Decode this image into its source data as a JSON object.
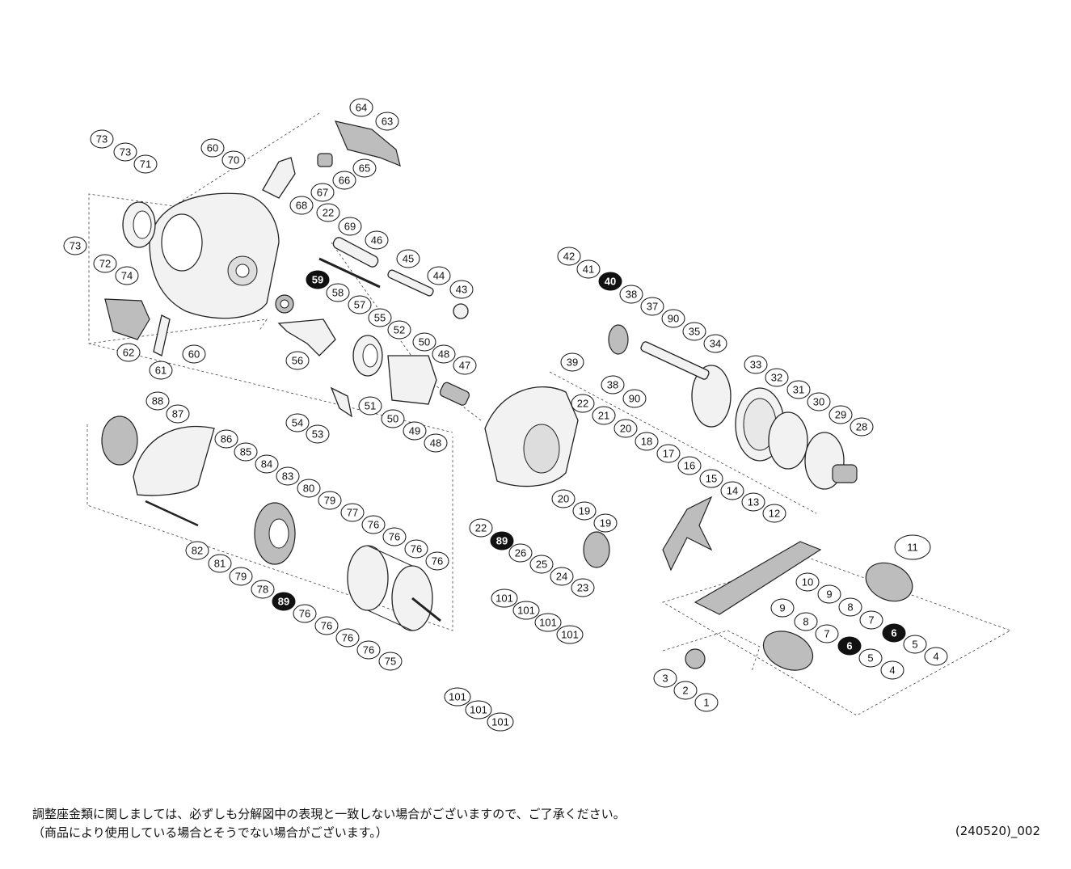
{
  "diagram": {
    "part_numbers": [
      "1",
      "2",
      "3",
      "4",
      "5",
      "6",
      "7",
      "8",
      "9",
      "10",
      "11",
      "12",
      "13",
      "14",
      "15",
      "16",
      "17",
      "18",
      "19",
      "20",
      "21",
      "22",
      "23",
      "24",
      "25",
      "26",
      "28",
      "29",
      "30",
      "31",
      "32",
      "33",
      "34",
      "35",
      "37",
      "38",
      "39",
      "40",
      "41",
      "42",
      "43",
      "44",
      "45",
      "46",
      "47",
      "48",
      "49",
      "50",
      "51",
      "52",
      "53",
      "54",
      "55",
      "56",
      "57",
      "58",
      "59",
      "60",
      "61",
      "62",
      "63",
      "64",
      "65",
      "66",
      "67",
      "68",
      "69",
      "70",
      "71",
      "72",
      "73",
      "74",
      "75",
      "76",
      "77",
      "78",
      "79",
      "80",
      "81",
      "82",
      "83",
      "84",
      "85",
      "86",
      "87",
      "88",
      "89",
      "90",
      "101"
    ],
    "highlighted_parts": [
      "6",
      "40",
      "59",
      "89"
    ],
    "group_label": "11"
  },
  "footer": {
    "note_line1": "調整座金類に関しましては、必ずしも分解図中の表現と一致しない場合がございますので、ご了承ください。",
    "note_line2": "（商品により使用している場合とそうでない場合がございます。）",
    "doc_id": "(240520)_002"
  }
}
